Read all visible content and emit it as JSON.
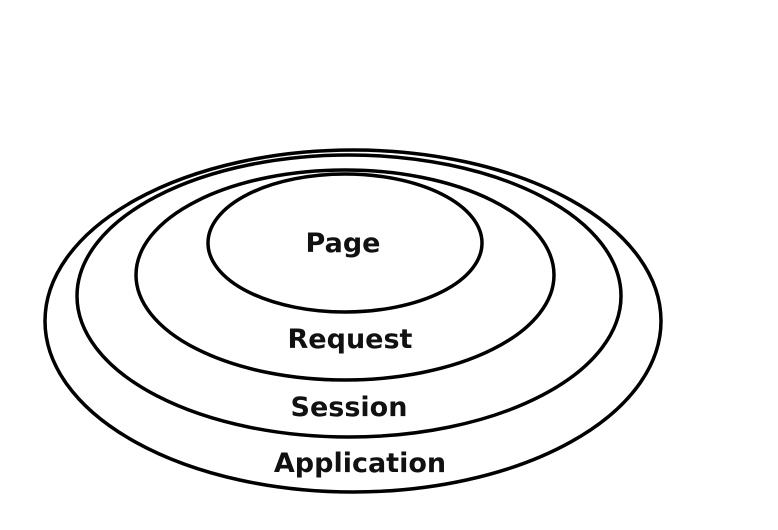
{
  "scopes": {
    "application": "Application",
    "session": "Session",
    "request": "Request",
    "page": "Page"
  },
  "colors": {
    "stroke": "#000000",
    "text": "#111111",
    "background": "#ffffff"
  }
}
